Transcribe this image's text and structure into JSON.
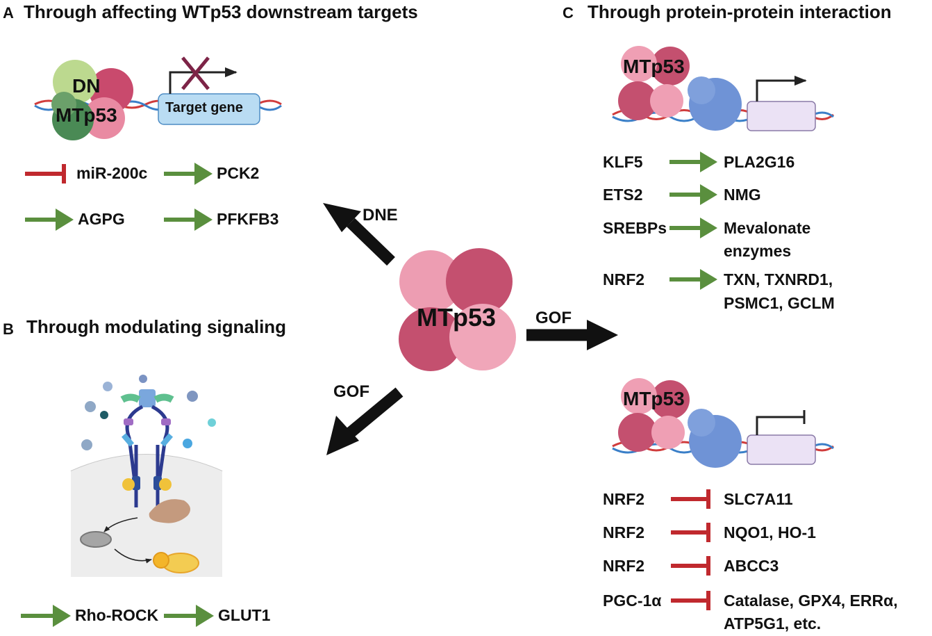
{
  "panels": {
    "A": {
      "letter": "A",
      "title": "Through affecting WTp53 downstream targets",
      "complex_top": "DN",
      "complex_bottom": "MTp53",
      "gene_box": "Target gene",
      "targets": [
        {
          "text": "miR-200c",
          "effect": "inhibit"
        },
        {
          "text": "PCK2",
          "effect": "activate"
        },
        {
          "text": "AGPG",
          "effect": "activate"
        },
        {
          "text": "PFKFB3",
          "effect": "activate"
        }
      ]
    },
    "B": {
      "letter": "B",
      "title": "Through modulating signaling",
      "pathway": [
        {
          "text": "Rho-ROCK",
          "effect": "activate"
        },
        {
          "text": "GLUT1",
          "effect": "activate"
        }
      ]
    },
    "C": {
      "letter": "C",
      "title": "Through protein-protein interaction",
      "complex_label_top": "MTp53",
      "complex_label_bottom": "MTp53",
      "activating": [
        {
          "factor": "KLF5",
          "target": [
            "PLA2G16"
          ]
        },
        {
          "factor": "ETS2",
          "target": [
            "NMG"
          ]
        },
        {
          "factor": "SREBPs",
          "target": [
            "Mevalonate",
            "enzymes"
          ]
        },
        {
          "factor": "NRF2",
          "target": [
            "TXN, TXNRD1,",
            "PSMC1, GCLM"
          ]
        }
      ],
      "inhibiting": [
        {
          "factor": "NRF2",
          "target": [
            "SLC7A11"
          ]
        },
        {
          "factor": "NRF2",
          "target": [
            "NQO1, HO-1"
          ]
        },
        {
          "factor": "NRF2",
          "target": [
            "ABCC3"
          ]
        },
        {
          "factor": "PGC-1α",
          "target": [
            "Catalase, GPX4, ERRα,",
            "ATP5G1, etc."
          ]
        }
      ]
    }
  },
  "center": {
    "label": "MTp53",
    "arrow_up_label": "DNE",
    "arrow_down_label": "GOF",
    "arrow_right_label": "GOF"
  },
  "colors": {
    "activate": "#5a8f3e",
    "inhibit": "#c0292e",
    "mt_dark": "#b5415f",
    "mt_light": "#e9849b",
    "dn_light": "#bcd98f",
    "dn_dark": "#3f7d4a",
    "partner": "#6f93d6",
    "gene_box": "#b9dcf3",
    "promoter_box": "#ebe2f5"
  }
}
